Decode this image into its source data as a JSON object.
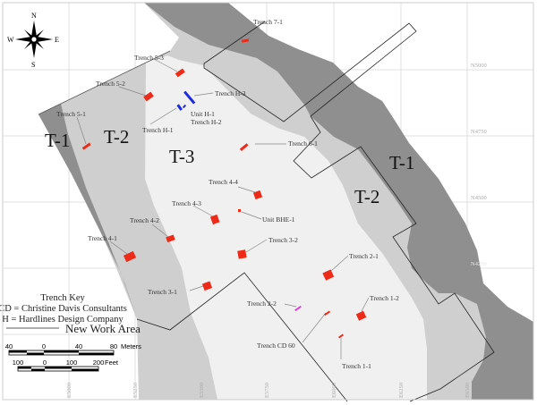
{
  "compass": {
    "n": "N",
    "s": "S",
    "e": "E",
    "w": "W"
  },
  "zones": {
    "t1_west": "T-1",
    "t2_west": "T-2",
    "t3": "T-3",
    "t1_east": "T-1",
    "t2_east": "T-2"
  },
  "trenches": {
    "t7_1": "Trench 7-1",
    "t5_3": "Trench 5-3",
    "t5_2": "Trench 5-2",
    "t5_1": "Trench 5-1",
    "th_3": "Trench H-3",
    "unit_h1": "Unit H-1",
    "th_2": "Trench H-2",
    "th_1": "Trench H-1",
    "t6_1": "Trench 6-1",
    "t4_4": "Trench 4-4",
    "t4_3": "Trench 4-3",
    "unit_bhe1": "Unit BHE-1",
    "t4_2": "Trench 4-2",
    "t4_1": "Trench 4-1",
    "t3_2": "Trench 3-2",
    "t3_1": "Trench 3-1",
    "t2_1": "Trench 2-1",
    "t2_2": "Trench 2-2",
    "tcd60": "Trench CD 60",
    "t1_2": "Trench 1-2",
    "t1_1": "Trench 1-1"
  },
  "grid": {
    "eastings": [
      "E5000",
      "E5250",
      "E5500",
      "E5750",
      "E6000",
      "E6250",
      "E6500"
    ],
    "northings": [
      "N5000",
      "N4750",
      "N4500",
      "N4250"
    ]
  },
  "legend": {
    "title": "Trench Key",
    "cd": "CD = Christine Davis Consultants",
    "h": "H = Hardlines Design Company",
    "work_area": "New Work Area"
  },
  "scale": {
    "meters": [
      "40",
      "0",
      "40",
      "80"
    ],
    "meters_unit": "Meters",
    "feet": [
      "100",
      "0",
      "100",
      "200"
    ],
    "feet_unit": "Feet"
  },
  "colors": {
    "trench": "#ee2a18",
    "hardlines": "#1a2be0",
    "trench_2_2": "#e040e0",
    "t1": "#8f8f8f",
    "t2": "#cfcfcf",
    "t3": "#f0f0f0"
  }
}
